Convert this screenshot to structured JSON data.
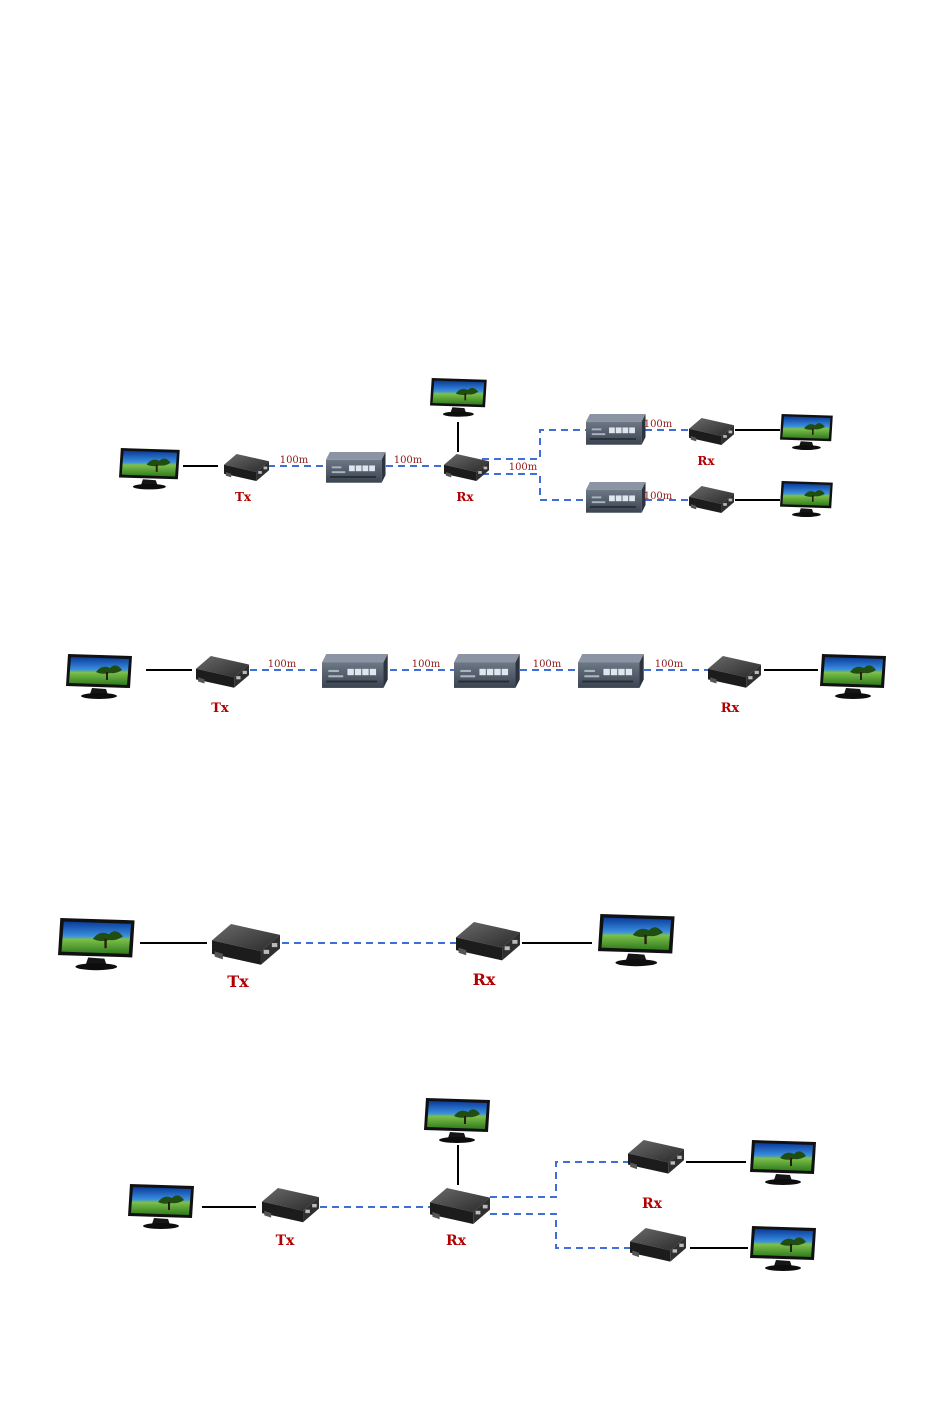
{
  "labels": {
    "tx": "Tx",
    "rx": "Rx",
    "distance": "100m"
  },
  "colors": {
    "utp_cable": "#3f6fd6",
    "hdmi_cable": "#000000",
    "label_red": "#b00000",
    "distance_red": "#8b1a1a"
  },
  "icons": [
    "monitor-icon",
    "extender-icon",
    "network-switch-icon"
  ],
  "diagrams": [
    {
      "name": "tx-to-switch-to-multiple-rx",
      "switch_count": 3,
      "display_count": 4
    },
    {
      "name": "tx-cascaded-switches-rx",
      "switch_count": 3,
      "display_count": 2
    },
    {
      "name": "tx-direct-rx",
      "switch_count": 0,
      "display_count": 2
    },
    {
      "name": "tx-cascaded-rx",
      "switch_count": 0,
      "display_count": 4
    }
  ]
}
